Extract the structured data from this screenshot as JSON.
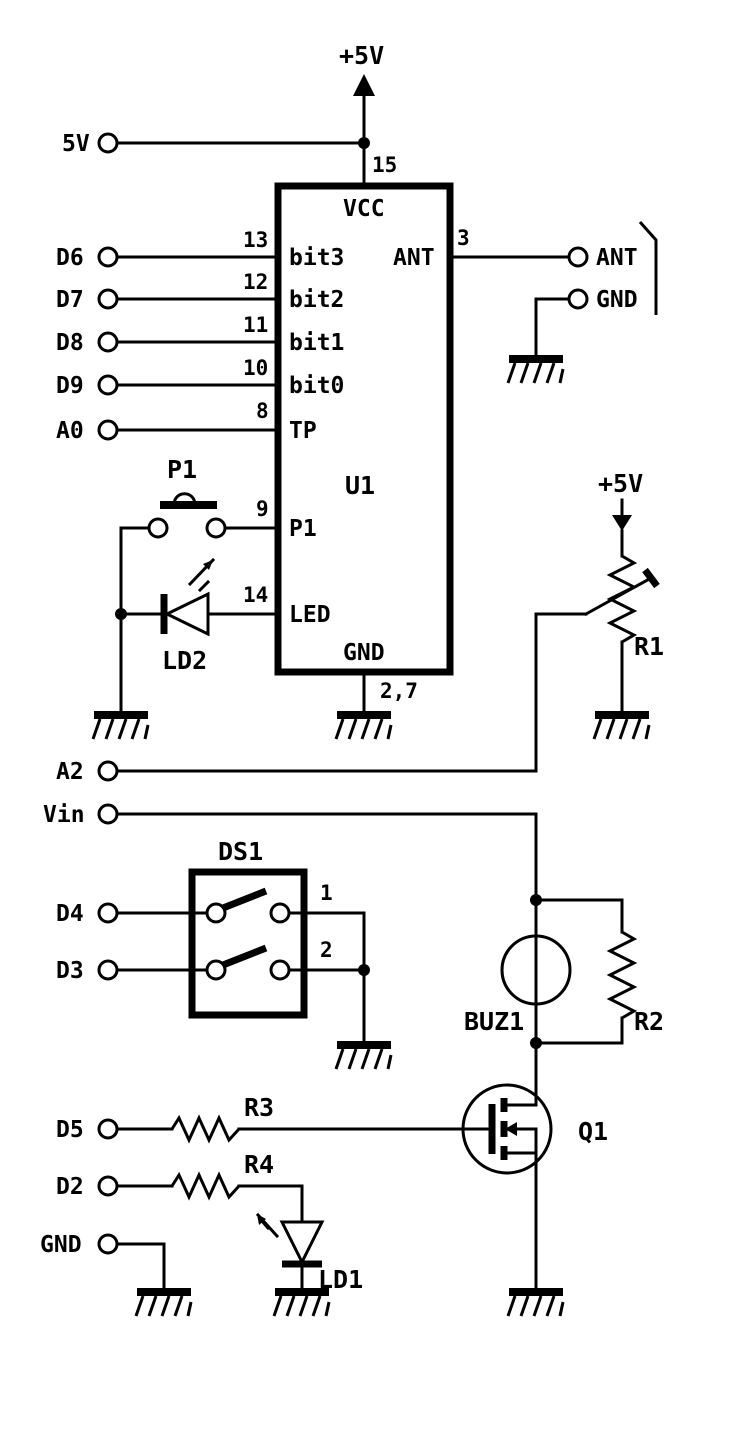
{
  "supply": {
    "top": "+5V",
    "pot": "+5V"
  },
  "ic": {
    "ref": "U1",
    "vcc": "VCC",
    "gnd": "GND",
    "pins": {
      "vcc": "15",
      "bit3": "13",
      "bit2": "12",
      "bit1": "11",
      "bit0": "10",
      "tp": "8",
      "p1": "9",
      "led": "14",
      "ant": "3",
      "gnd": "2,7"
    },
    "labels": {
      "bit3": "bit3",
      "bit2": "bit2",
      "bit1": "bit1",
      "bit0": "bit0",
      "tp": "TP",
      "p1": "P1",
      "led": "LED",
      "ant": "ANT"
    }
  },
  "connectors": {
    "v5": "5V",
    "d6": "D6",
    "d7": "D7",
    "d8": "D8",
    "d9": "D9",
    "a0": "A0",
    "ant": "ANT",
    "ant_gnd": "GND",
    "a2": "A2",
    "vin": "Vin",
    "d4": "D4",
    "d3": "D3",
    "d5": "D5",
    "d2": "D2",
    "gnd": "GND"
  },
  "parts": {
    "p1": "P1",
    "ld2": "LD2",
    "r1": "R1",
    "ds1": "DS1",
    "ds1_pin1": "1",
    "ds1_pin2": "2",
    "buz1": "BUZ1",
    "r2": "R2",
    "q1": "Q1",
    "r3": "R3",
    "r4": "R4",
    "ld1": "LD1"
  }
}
